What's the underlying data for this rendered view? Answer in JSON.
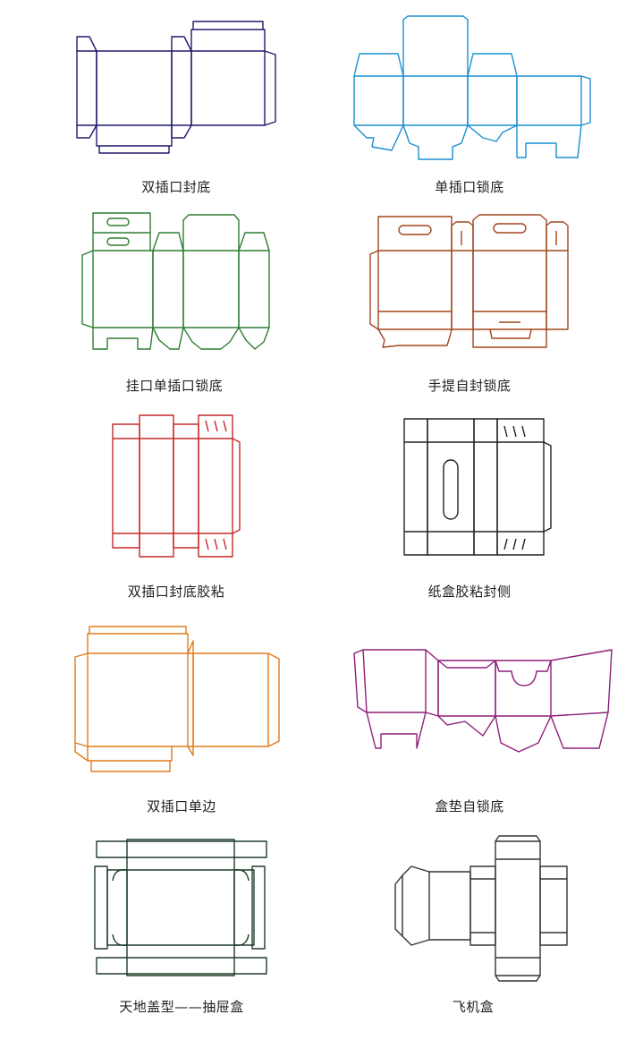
{
  "diagrams": [
    {
      "label": "双插口封底",
      "color": "#1e1a6e"
    },
    {
      "label": "单插口锁底",
      "color": "#1a8fd0"
    },
    {
      "label": "挂口单插口锁底",
      "color": "#2e7d32"
    },
    {
      "label": "手提自封锁底",
      "color": "#a0461c"
    },
    {
      "label": "双插口封底胶粘",
      "color": "#c62828"
    },
    {
      "label": "纸盒胶粘封侧",
      "color": "#222222"
    },
    {
      "label": "双插口单边",
      "color": "#e07a1a"
    },
    {
      "label": "盒垫自锁底",
      "color": "#8e1e7a"
    },
    {
      "label": "天地盖型——抽屉盒",
      "color": "#1f3d2a"
    },
    {
      "label": "飞机盒",
      "color": "#333333"
    }
  ]
}
